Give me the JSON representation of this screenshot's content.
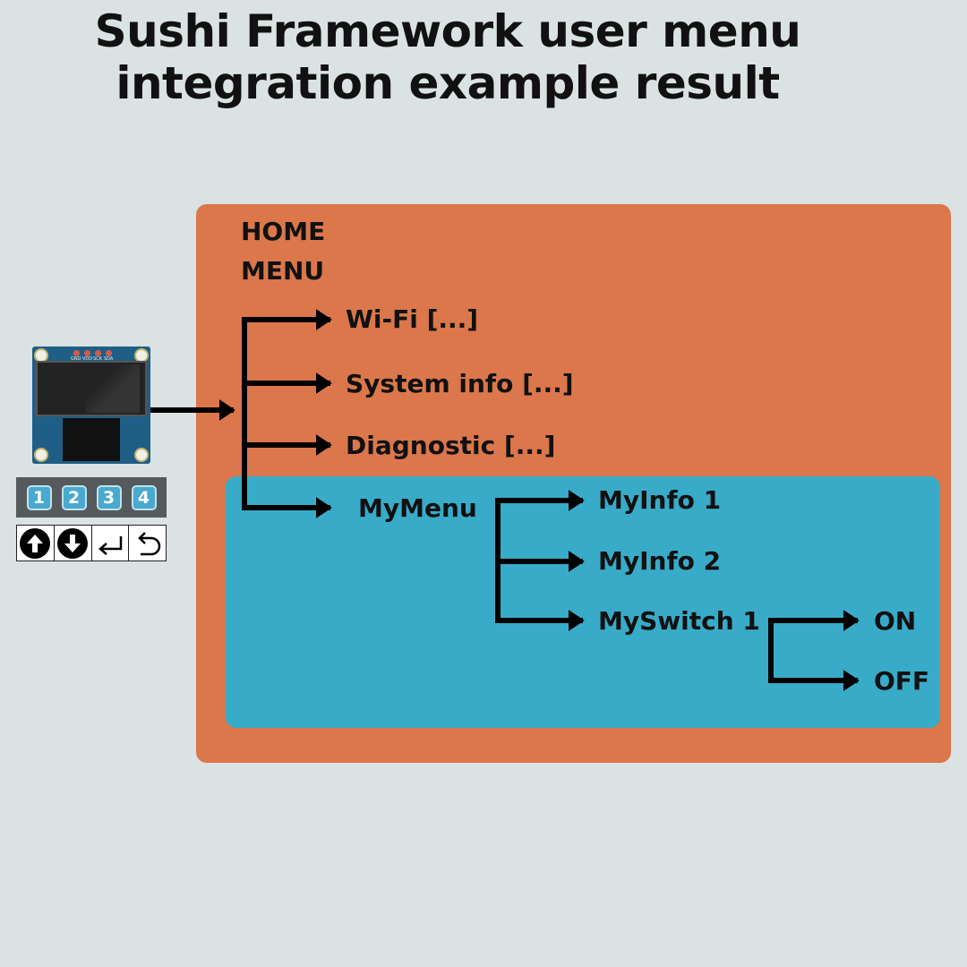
{
  "title": {
    "line1": "Sushi Framework user menu",
    "line2": "integration example result"
  },
  "home": {
    "line1": "HOME",
    "line2": "MENU"
  },
  "menu_items": {
    "wifi": "Wi-Fi [...]",
    "system_info": "System info [...]",
    "diagnostic": "Diagnostic [...]",
    "mymenu": "MyMenu"
  },
  "mymenu_items": {
    "myinfo1": "MyInfo 1",
    "myinfo2": "MyInfo 2",
    "myswitch1": "MySwitch 1"
  },
  "switch_options": {
    "on": "ON",
    "off": "OFF"
  },
  "device": {
    "pins": [
      "GND",
      "VDD",
      "SCK",
      "SDA"
    ],
    "number_keys": [
      "1",
      "2",
      "3",
      "4"
    ],
    "nav_keys": [
      "up-arrow-icon",
      "down-arrow-icon",
      "enter-icon",
      "back-icon"
    ]
  },
  "colors": {
    "background": "#dae2e3",
    "home_panel": "#db774b",
    "mymenu_panel": "#38abc8",
    "wire": "#000000"
  }
}
